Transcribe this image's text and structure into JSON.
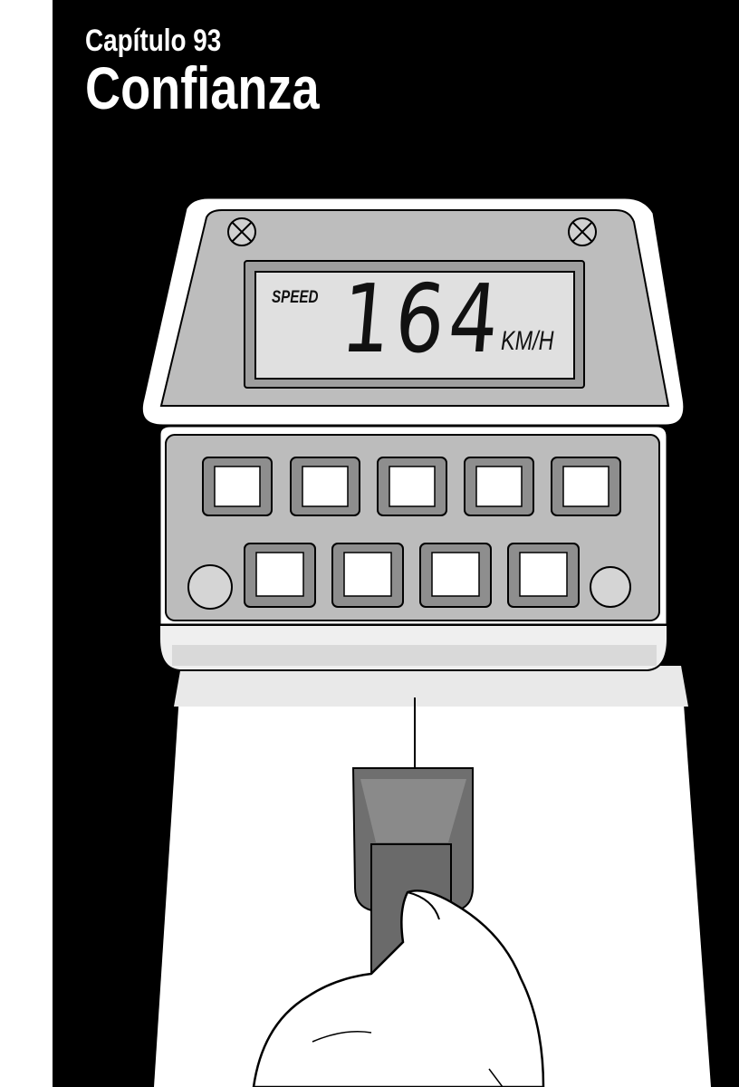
{
  "chapter": {
    "label": "Capítulo 93",
    "title": "Confianza"
  },
  "display": {
    "label": "SPEED",
    "value": "164",
    "unit": "KM/H"
  },
  "keypad": {
    "top_row_keys": 5,
    "bottom_row_keys": 4,
    "side_buttons": 2
  },
  "colors": {
    "background": "#000000",
    "machine_body": "#dcdcdc",
    "lcd_screen": "#d9d9d9",
    "handle": "#707070"
  }
}
